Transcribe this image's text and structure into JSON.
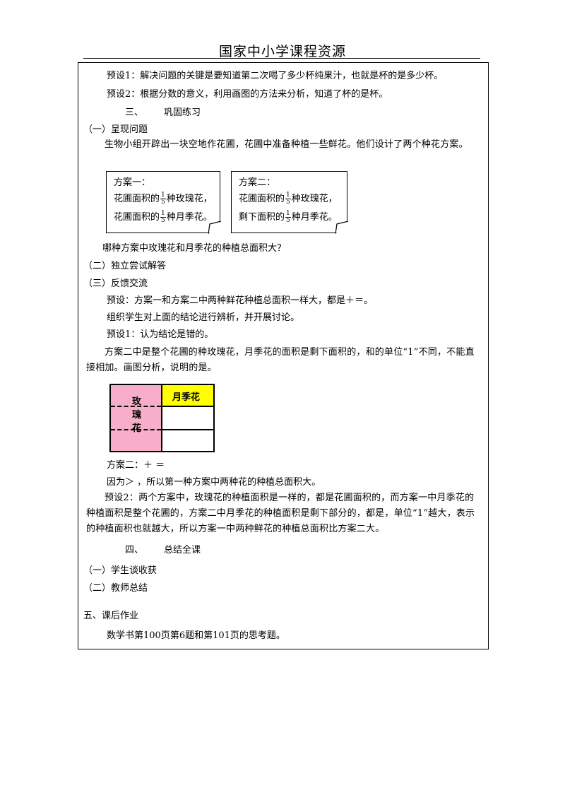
{
  "header": {
    "title": "国家中小学课程资源"
  },
  "content": {
    "line1": "预设1：解决问题的关键是要知道第二次喝了多少杯纯果汁，也就是杯的是多少杯。",
    "line2": "预设2：根据分数的意义，利用画图的方法来分析，知道了杯的是杯。",
    "sec3_num": "三、",
    "sec3_title": "巩固练习",
    "sub1": "（一）呈现问题",
    "problem": "生物小组开辟出一块空地作花圃，花圃中准备种植一些鲜花。他们设计了两个种花方案。",
    "plan1": {
      "title": "方案一：",
      "l1_pre": "花圃面积的",
      "l1_post": "种玫瑰花，",
      "l2_pre": "花圃面积的",
      "l2_post": "种月季花。",
      "frac_num": "1",
      "frac_den": "5"
    },
    "plan2": {
      "title": "方案二：",
      "l1_pre": "花圃面积的",
      "l1_post": "种玫瑰花，",
      "l2_pre": "剩下面积的",
      "l2_post": "种月季花。",
      "frac_num": "1",
      "frac_den": "5"
    },
    "question": "哪种方案中玫瑰花和月季花的种植总面积大？",
    "sub2": "（二）独立尝试解答",
    "sub3": "（三）反馈交流",
    "preset": "预设：方案一和方案二中两种鲜花种植总面积一样大，都是＋＝。",
    "organize": "组织学生对上面的结论进行辨析，并开展讨论。",
    "preset1": "预设1：认为结论是错的。",
    "analysis": "方案二中是整个花圃的种玫瑰花，月季花的面积是剩下面积的，和的单位“1”不同，不能直接相加。画图分析，说明的是。",
    "grid": {
      "rose": "玫瑰花",
      "moon": "月季花"
    },
    "plan2_calc": "方案二：＋ ＝",
    "because": "因为＞ ，所以第一种方案中两种花的种植总面积大。",
    "preset2": "预设2：两个方案中，玫瑰花的种植面积是一样的，都是花圃面积的，而方案一中月季花的种植面积是整个花圃的，方案二中月季花的种植面积是剩下部分的，都是，单位“1”越大，表示的种植面积也就越大，所以方案一中两种鲜花的种植总面积比方案二大。",
    "sec4_num": "四、",
    "sec4_title": "总结全课",
    "sum1": "（一）学生谈收获",
    "sum2": "（二）教师总结",
    "sec5": "五、课后作业",
    "homework": "数学书第100页第6题和第101页的思考题。"
  }
}
